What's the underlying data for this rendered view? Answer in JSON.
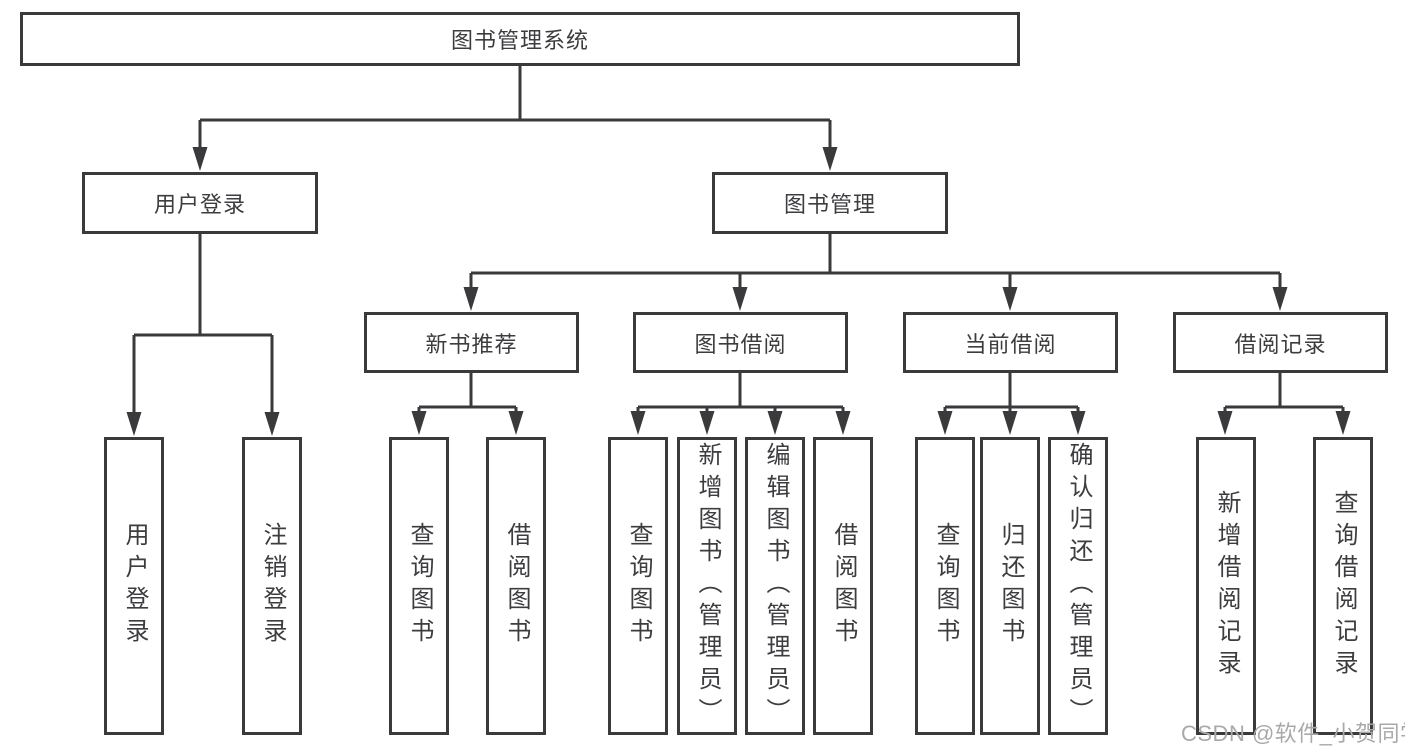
{
  "diagram": {
    "root": {
      "label": "图书管理系统"
    },
    "branches": [
      {
        "label": "用户登录",
        "children": [
          {
            "label": "用户登录"
          },
          {
            "label": "注销登录"
          }
        ]
      },
      {
        "label": "图书管理",
        "children": [
          {
            "label": "新书推荐",
            "children": [
              {
                "label": "查询图书"
              },
              {
                "label": "借阅图书"
              }
            ]
          },
          {
            "label": "图书借阅",
            "children": [
              {
                "label": "查询图书"
              },
              {
                "label": "新增图书（管理员）"
              },
              {
                "label": "编辑图书（管理员）"
              },
              {
                "label": "借阅图书"
              }
            ]
          },
          {
            "label": "当前借阅",
            "children": [
              {
                "label": "查询图书"
              },
              {
                "label": "归还图书"
              },
              {
                "label": "确认归还（管理员）"
              }
            ]
          },
          {
            "label": "借阅记录",
            "children": [
              {
                "label": "新增借阅记录"
              },
              {
                "label": "查询借阅记录"
              }
            ]
          }
        ]
      }
    ]
  },
  "watermark": {
    "text": "CSDN @软件_小贺同学"
  },
  "colors": {
    "line": "#3a3a3d",
    "text": "#3d3d40",
    "background": "#ffffff",
    "watermark": "#a9a9ab"
  }
}
